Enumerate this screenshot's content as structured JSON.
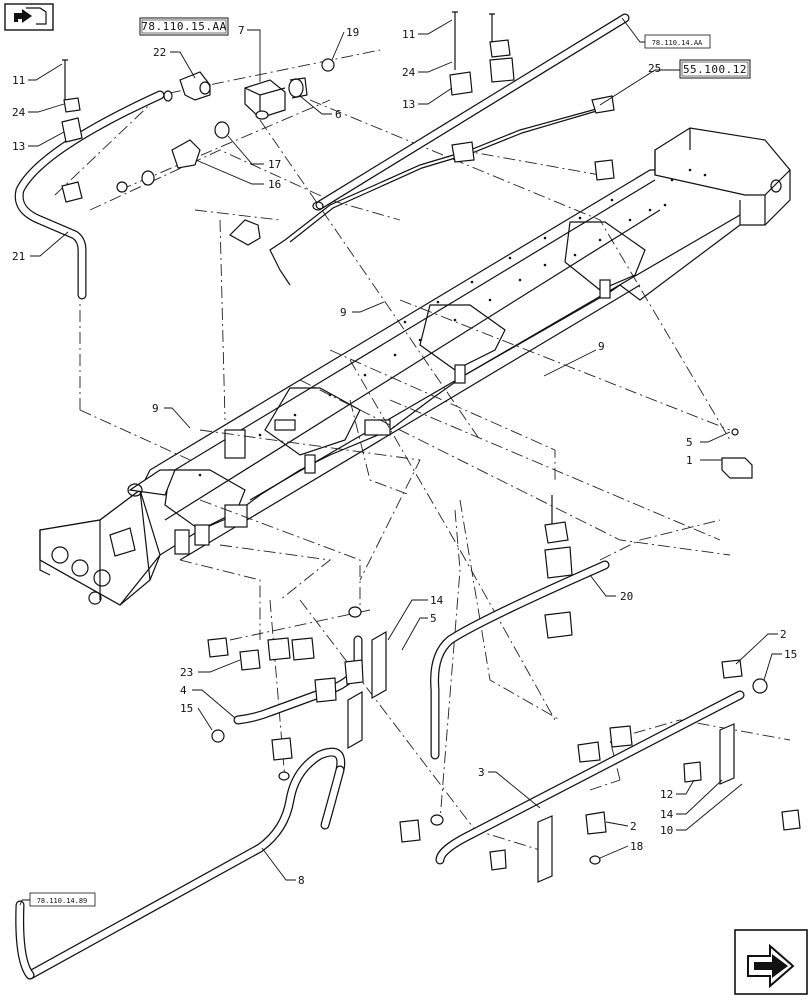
{
  "references": {
    "top_left": "78.110.15.AA",
    "top_right_small": "78.110.14.AA",
    "right_box": "55.100.12",
    "bottom_left_small": "78.110.14.89"
  },
  "callouts": [
    {
      "id": "c-7",
      "text": "7"
    },
    {
      "id": "c-19",
      "text": "19"
    },
    {
      "id": "c-22",
      "text": "22"
    },
    {
      "id": "c-11a",
      "text": "11"
    },
    {
      "id": "c-24a",
      "text": "24"
    },
    {
      "id": "c-13a",
      "text": "13"
    },
    {
      "id": "c-6",
      "text": "6"
    },
    {
      "id": "c-17",
      "text": "17"
    },
    {
      "id": "c-16",
      "text": "16"
    },
    {
      "id": "c-21",
      "text": "21"
    },
    {
      "id": "c-11b",
      "text": "11"
    },
    {
      "id": "c-24b",
      "text": "24"
    },
    {
      "id": "c-13b",
      "text": "13"
    },
    {
      "id": "c-25",
      "text": "25"
    },
    {
      "id": "c-9a",
      "text": "9"
    },
    {
      "id": "c-9b",
      "text": "9"
    },
    {
      "id": "c-9c",
      "text": "9"
    },
    {
      "id": "c-5a",
      "text": "5"
    },
    {
      "id": "c-1",
      "text": "1"
    },
    {
      "id": "c-14a",
      "text": "14"
    },
    {
      "id": "c-5b",
      "text": "5"
    },
    {
      "id": "c-20",
      "text": "20"
    },
    {
      "id": "c-23",
      "text": "23"
    },
    {
      "id": "c-4",
      "text": "4"
    },
    {
      "id": "c-15a",
      "text": "15"
    },
    {
      "id": "c-2a",
      "text": "2"
    },
    {
      "id": "c-15b",
      "text": "15"
    },
    {
      "id": "c-3",
      "text": "3"
    },
    {
      "id": "c-12",
      "text": "12"
    },
    {
      "id": "c-14b",
      "text": "14"
    },
    {
      "id": "c-10",
      "text": "10"
    },
    {
      "id": "c-2b",
      "text": "2"
    },
    {
      "id": "c-8",
      "text": "8"
    },
    {
      "id": "c-18",
      "text": "18"
    }
  ],
  "icons": {
    "top_left": "book-return-icon",
    "bottom_right": "next-page-arrow-icon"
  }
}
